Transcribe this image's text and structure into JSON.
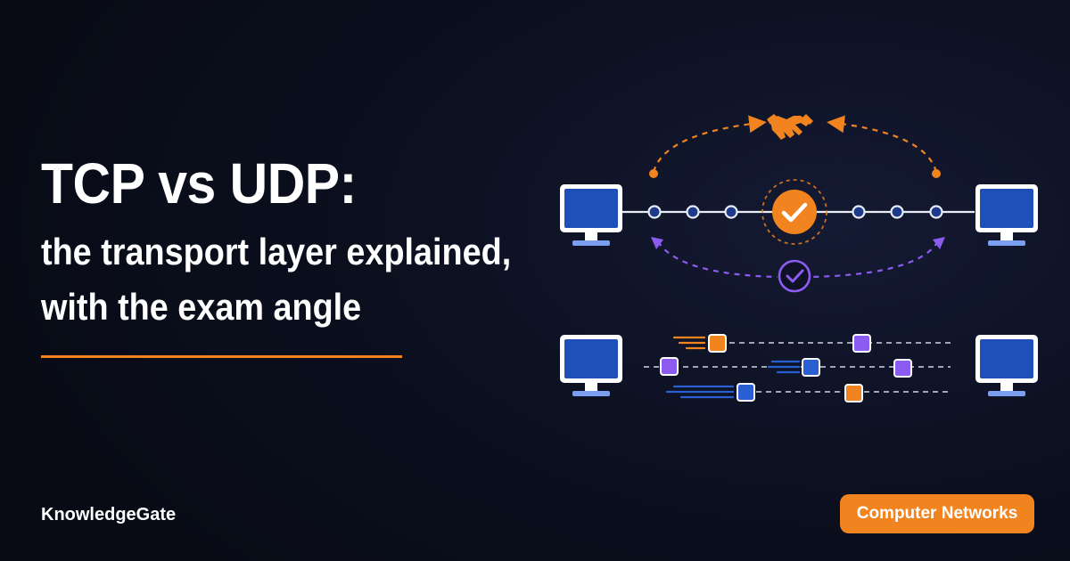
{
  "headline": {
    "title": "TCP vs UDP:",
    "subtitle_line1": "the transport layer explained,",
    "subtitle_line2": "with the exam angle"
  },
  "footer": {
    "brand": "KnowledgeGate",
    "tag": "Computer Networks"
  },
  "colors": {
    "orange": "#f2841f",
    "purple": "#8c5cf0",
    "blue": "#2a5fd4",
    "monitor_screen": "#1f4fb8",
    "line": "#e8ecf5",
    "background": "#0b0f1e"
  },
  "icons": {
    "handshake": "handshake-icon",
    "check": "check-circle-icon",
    "computer": "computer-monitor-icon"
  }
}
